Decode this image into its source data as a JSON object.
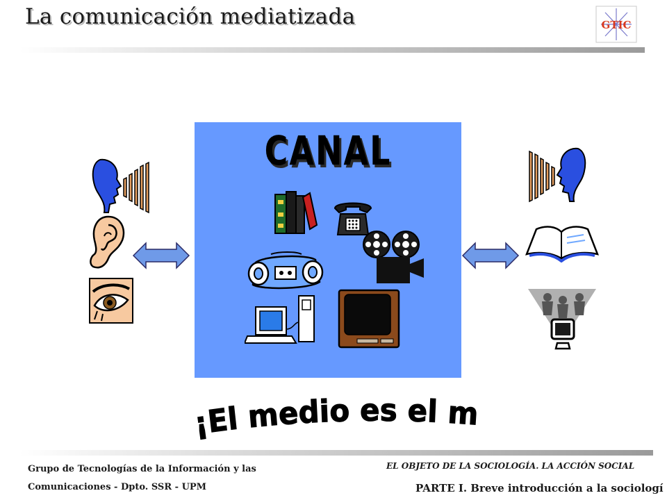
{
  "slide": {
    "title": "La comunicación mediatizada",
    "canal_title": "CANAL",
    "slogan": "¡El medio es el mensaje!",
    "logo_text": "GTIC"
  },
  "footer": {
    "left_line1": "Grupo de Tecnologías de la Información y las",
    "left_line2": "Comunicaciones - Dpto. SSR - UPM",
    "right_line1": "EL OBJETO DE LA SOCIOLOGÍA. LA ACCIÓN SOCIAL",
    "right_line2": "PARTE I. Breve introducción a la sociologí"
  },
  "icons": {
    "left": [
      "speaking-head-icon",
      "ear-icon",
      "eye-icon"
    ],
    "canal": [
      "books-icon",
      "telephone-icon",
      "film-projector-icon",
      "radio-cassette-icon",
      "computer-icon",
      "television-icon"
    ],
    "right": [
      "speaking-head-icon",
      "open-book-icon",
      "audience-screen-icon"
    ]
  },
  "colors": {
    "canal_background": "#6699ff",
    "arrow": "#6f9ae8",
    "slogan_text": "#000000"
  }
}
